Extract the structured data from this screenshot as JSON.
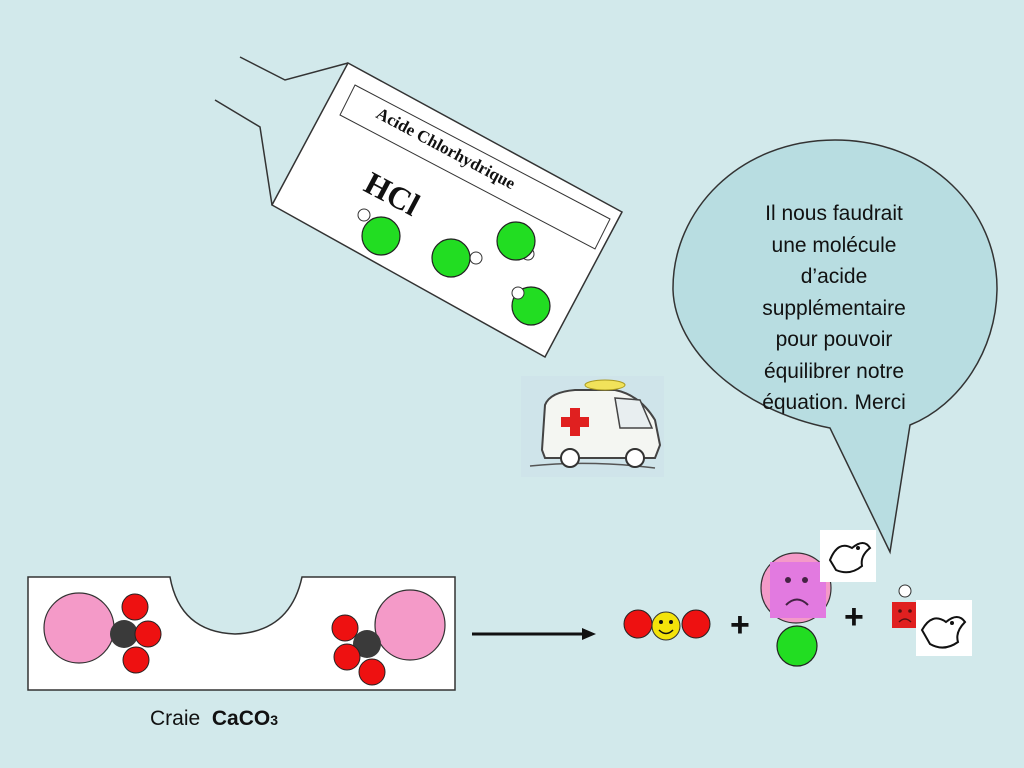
{
  "bottle": {
    "label": "Acide Chlorhydrique",
    "formula": "HCl"
  },
  "speech_bubble": {
    "lines": [
      "Il nous faudrait",
      "une molécule",
      "d’acide",
      "supplémentaire",
      "pour pouvoir",
      "équilibrer notre",
      "équation. Merci"
    ]
  },
  "chalk": {
    "name": "Craie",
    "formula_main": "CaCO",
    "formula_sub": "3"
  },
  "equation": {
    "plus_1": "+",
    "plus_2": "+"
  },
  "colors": {
    "background": "#d2e9eb",
    "chlorine": "#22dd22",
    "calcium": "#f49ac8",
    "oxygen": "#ee1111",
    "carbon": "#3a3a3a",
    "bubble": "#b8dde1"
  },
  "icons": [
    "ambulance-icon",
    "smiley-face-icon",
    "sad-face-icon",
    "bird-icon"
  ]
}
